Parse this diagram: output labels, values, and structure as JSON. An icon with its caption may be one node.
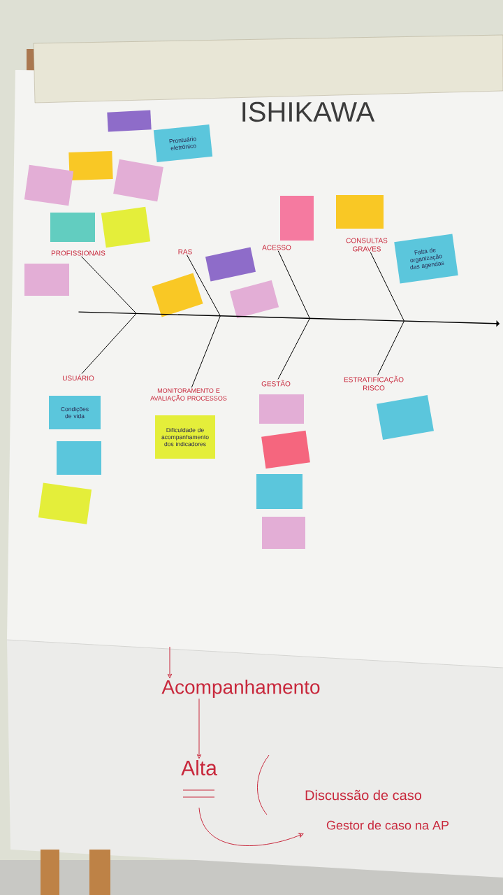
{
  "diagram": {
    "title": "ISHIKAWA",
    "nodes": [
      {
        "text": [],
        "shape": "box"
      },
      {
        "text": [
          "Prontuário eletrônico"
        ]
      },
      {
        "text": [],
        "shape": "box"
      },
      {
        "text": [],
        "shape": "box"
      },
      {
        "text": [],
        "shape": "box"
      },
      {
        "text": [],
        "shape": "box"
      },
      {
        "text": [],
        "shape": "box"
      },
      {
        "text": [],
        "shape": "box"
      },
      {
        "text": [],
        "shape": "box"
      },
      {
        "text": [
          "Falta de organização das agendas"
        ]
      },
      {
        "text": [],
        "shape": "box"
      },
      {
        "text": [],
        "shape": "box"
      },
      {
        "text": [],
        "shape": "box"
      },
      {
        "text": [],
        "shape": "box"
      },
      {
        "text": [
          "Condições de vida"
        ]
      },
      {
        "text": [],
        "shape": "box"
      },
      {
        "text": [],
        "shape": "box"
      },
      {
        "text": [
          "Dificuldade de acompanhamento dos indicadores"
        ]
      },
      {
        "text": [],
        "shape": "box"
      },
      {
        "text": [],
        "shape": "box"
      },
      {
        "text": [],
        "shape": "box"
      },
      {
        "text": [],
        "shape": "box"
      },
      {
        "text": [],
        "shape": "box"
      },
      {
        "text": [
          "PROFISSIONAIS"
        ]
      },
      {
        "text": [
          "RAS"
        ]
      },
      {
        "text": [
          "ACESSO"
        ]
      },
      {
        "text": [
          "CONSULTAS GRAVES"
        ]
      },
      {
        "text": [
          "USUÁRIO"
        ]
      },
      {
        "text": [
          "MONITORAMENTO E AVALIAÇÃO PROCESSOS"
        ]
      },
      {
        "text": [
          "GESTÃO"
        ]
      },
      {
        "text": [
          "ESTRATIFICAÇÃO RISCO"
        ]
      },
      {
        "text": [
          "Acompanhamento"
        ]
      },
      {
        "text": [
          "Alta"
        ]
      },
      {
        "text": [],
        "shape": "arrow"
      }
    ],
    "edges": [
      {
        "from": 23,
        "to": 33,
        "arrow": "none"
      },
      {
        "from": 24,
        "to": 33,
        "arrow": "none"
      },
      {
        "from": 25,
        "to": 33,
        "arrow": "none"
      },
      {
        "from": 26,
        "to": 33,
        "arrow": "none"
      },
      {
        "from": 27,
        "to": 33,
        "arrow": "none"
      },
      {
        "from": 28,
        "to": 33,
        "arrow": "none"
      },
      {
        "from": 29,
        "to": 33,
        "arrow": "none"
      },
      {
        "from": 30,
        "to": 33,
        "arrow": "none"
      },
      {
        "from": null,
        "to": 31,
        "arrow": "to",
        "color": "#c8283c"
      },
      {
        "from": 31,
        "to": 32,
        "arrow": "to",
        "color": "#c8283c"
      },
      {
        "from": 32,
        "to": null,
        "arrow": "to",
        "color": "#c8283c"
      }
    ],
    "labels": [
      "Discussão de caso",
      "Gestor de caso na AP"
    ]
  }
}
